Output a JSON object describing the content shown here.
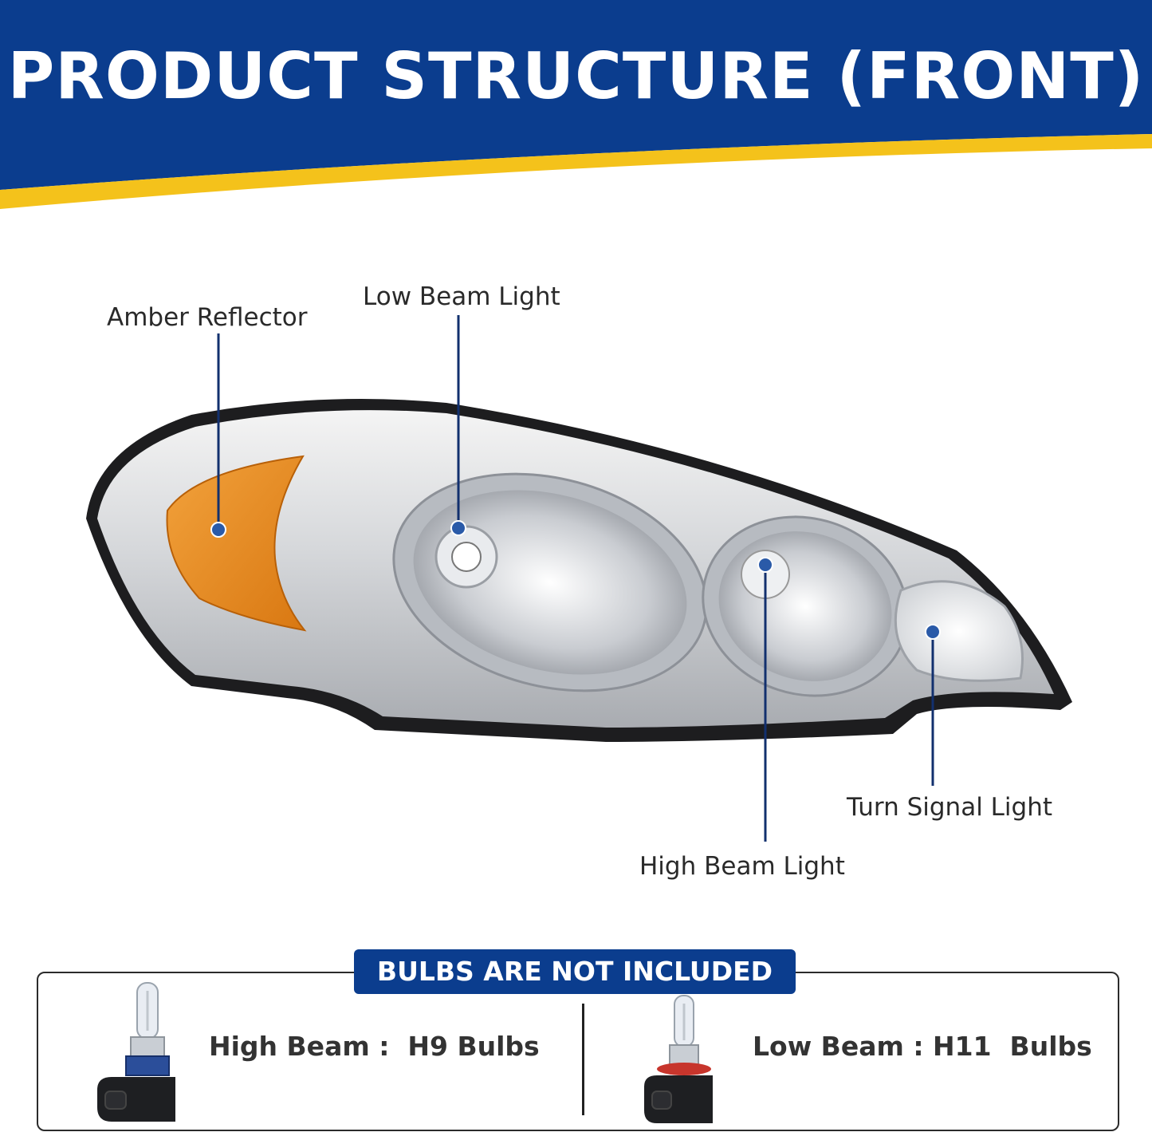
{
  "banner": {
    "title": "PRODUCT STRUCTURE (FRONT)",
    "colors": {
      "navy": "#0b3d8e",
      "gold": "#f4c21b"
    }
  },
  "callouts": {
    "amber_reflector": "Amber Reflector",
    "low_beam": "Low Beam Light",
    "high_beam": "High Beam Light",
    "turn_signal": "Turn Signal Light"
  },
  "bulbs_panel": {
    "badge": "BULBS ARE NOT INCLUDED",
    "items": [
      {
        "label": "High Beam :  H9 Bulbs",
        "icon": "h9-bulb-icon"
      },
      {
        "label": "Low Beam : H11  Bulbs",
        "icon": "h11-bulb-icon"
      }
    ]
  },
  "colors": {
    "amber": "#e88a1a",
    "marker": "#2a5aa8",
    "leader": "#12306e"
  }
}
